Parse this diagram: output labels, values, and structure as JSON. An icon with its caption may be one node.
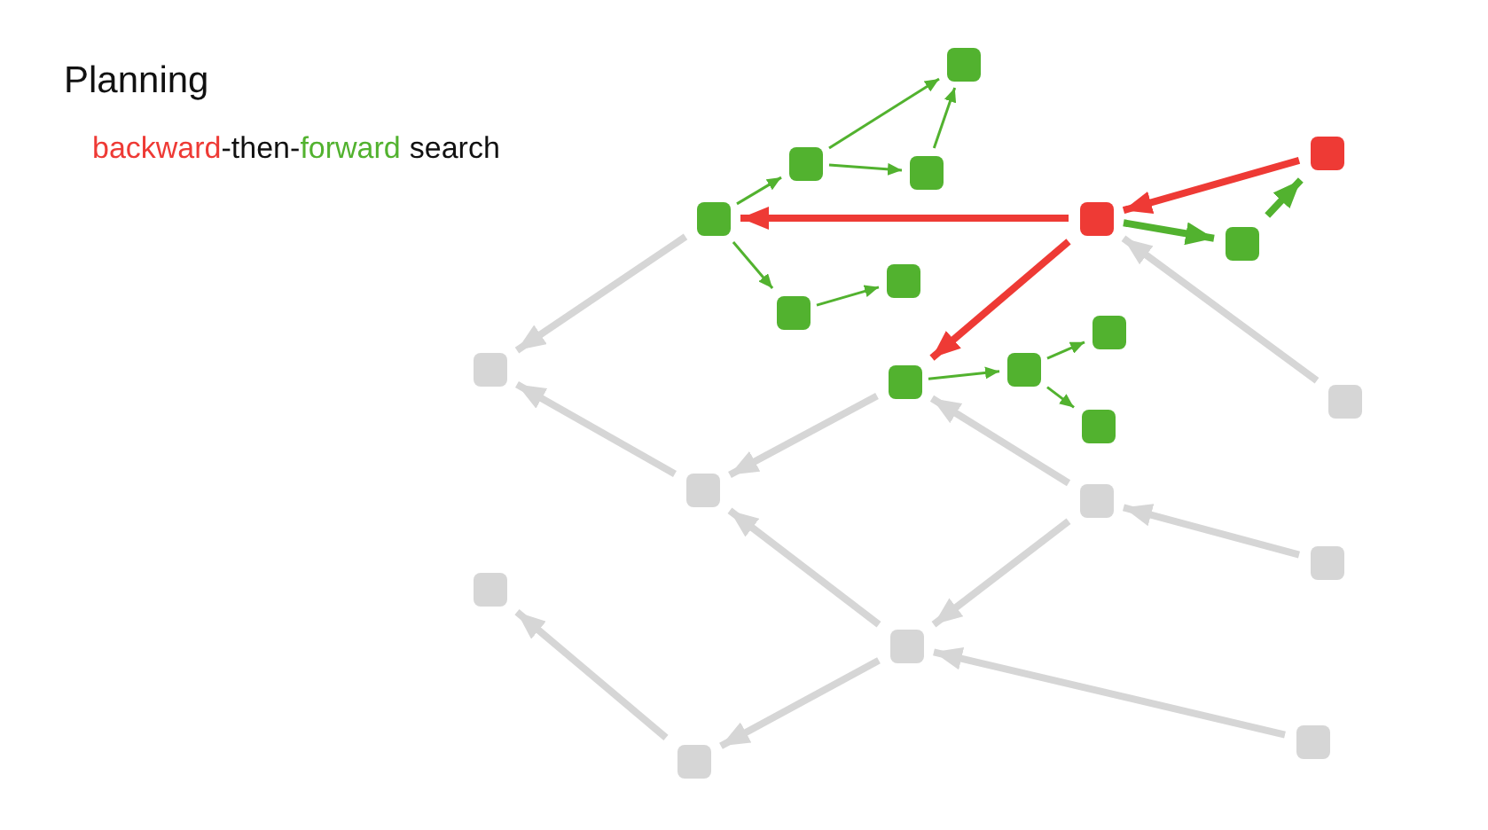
{
  "diagram": {
    "title": "Planning",
    "nodes": [
      {
        "text": [],
        "shape": "box"
      },
      {
        "text": [],
        "shape": "box"
      },
      {
        "text": [],
        "shape": "box"
      },
      {
        "text": [],
        "shape": "box"
      },
      {
        "text": [],
        "shape": "box"
      },
      {
        "text": [],
        "shape": "box"
      },
      {
        "text": [],
        "shape": "box"
      },
      {
        "text": [],
        "shape": "box"
      },
      {
        "text": [],
        "shape": "box"
      },
      {
        "text": [],
        "shape": "box"
      },
      {
        "text": [],
        "shape": "box"
      },
      {
        "text": [],
        "shape": "box"
      },
      {
        "text": [],
        "shape": "box"
      },
      {
        "text": [],
        "shape": "box"
      },
      {
        "text": [],
        "shape": "box"
      },
      {
        "text": [],
        "shape": "box"
      },
      {
        "text": [],
        "shape": "box"
      },
      {
        "text": [],
        "shape": "box"
      },
      {
        "text": [],
        "shape": "box"
      },
      {
        "text": [],
        "shape": "box"
      },
      {
        "text": [],
        "shape": "box"
      },
      {
        "text": [],
        "shape": "box"
      }
    ],
    "edges": [
      {
        "from": 0,
        "to": 1,
        "arrow": "to",
        "color": "#52b22f"
      },
      {
        "from": 0,
        "to": 4,
        "arrow": "to",
        "color": "#52b22f"
      },
      {
        "from": 1,
        "to": 3,
        "arrow": "to",
        "color": "#52b22f"
      },
      {
        "from": 1,
        "to": 2,
        "arrow": "to",
        "color": "#52b22f"
      },
      {
        "from": 2,
        "to": 3,
        "arrow": "to",
        "color": "#52b22f"
      },
      {
        "from": 4,
        "to": 5,
        "arrow": "to",
        "color": "#52b22f"
      },
      {
        "from": 6,
        "to": 0,
        "arrow": "to",
        "color": "#ee3a35"
      },
      {
        "from": 8,
        "to": 6,
        "arrow": "to",
        "color": "#ee3a35"
      },
      {
        "from": 6,
        "to": 7,
        "arrow": "to",
        "color": "#52b22f"
      },
      {
        "from": 7,
        "to": 8,
        "arrow": "to",
        "color": "#52b22f"
      },
      {
        "from": 6,
        "to": 9,
        "arrow": "to",
        "color": "#ee3a35"
      },
      {
        "from": 9,
        "to": 10,
        "arrow": "to",
        "color": "#52b22f"
      },
      {
        "from": 10,
        "to": 11,
        "arrow": "to",
        "color": "#52b22f"
      },
      {
        "from": 10,
        "to": 12,
        "arrow": "to",
        "color": "#52b22f"
      },
      {
        "from": 0,
        "to": 13,
        "arrow": "to",
        "color": "#d6d6d6"
      },
      {
        "from": 9,
        "to": 14,
        "arrow": "to",
        "color": "#d6d6d6"
      },
      {
        "from": 14,
        "to": 13,
        "arrow": "to",
        "color": "#d6d6d6"
      },
      {
        "from": 15,
        "to": 9,
        "arrow": "to",
        "color": "#d6d6d6"
      },
      {
        "from": 16,
        "to": 6,
        "arrow": "to",
        "color": "#d6d6d6"
      },
      {
        "from": 15,
        "to": 18,
        "arrow": "to",
        "color": "#d6d6d6"
      },
      {
        "from": 19,
        "to": 15,
        "arrow": "to",
        "color": "#d6d6d6"
      },
      {
        "from": 18,
        "to": 14,
        "arrow": "to",
        "color": "#d6d6d6"
      },
      {
        "from": 21,
        "to": 18,
        "arrow": "to",
        "color": "#d6d6d6"
      },
      {
        "from": 18,
        "to": 20,
        "arrow": "to",
        "color": "#d6d6d6"
      },
      {
        "from": 20,
        "to": 17,
        "arrow": "to",
        "color": "#d6d6d6"
      }
    ],
    "labels": [
      "backward",
      "-then-",
      "forward",
      "search"
    ]
  }
}
